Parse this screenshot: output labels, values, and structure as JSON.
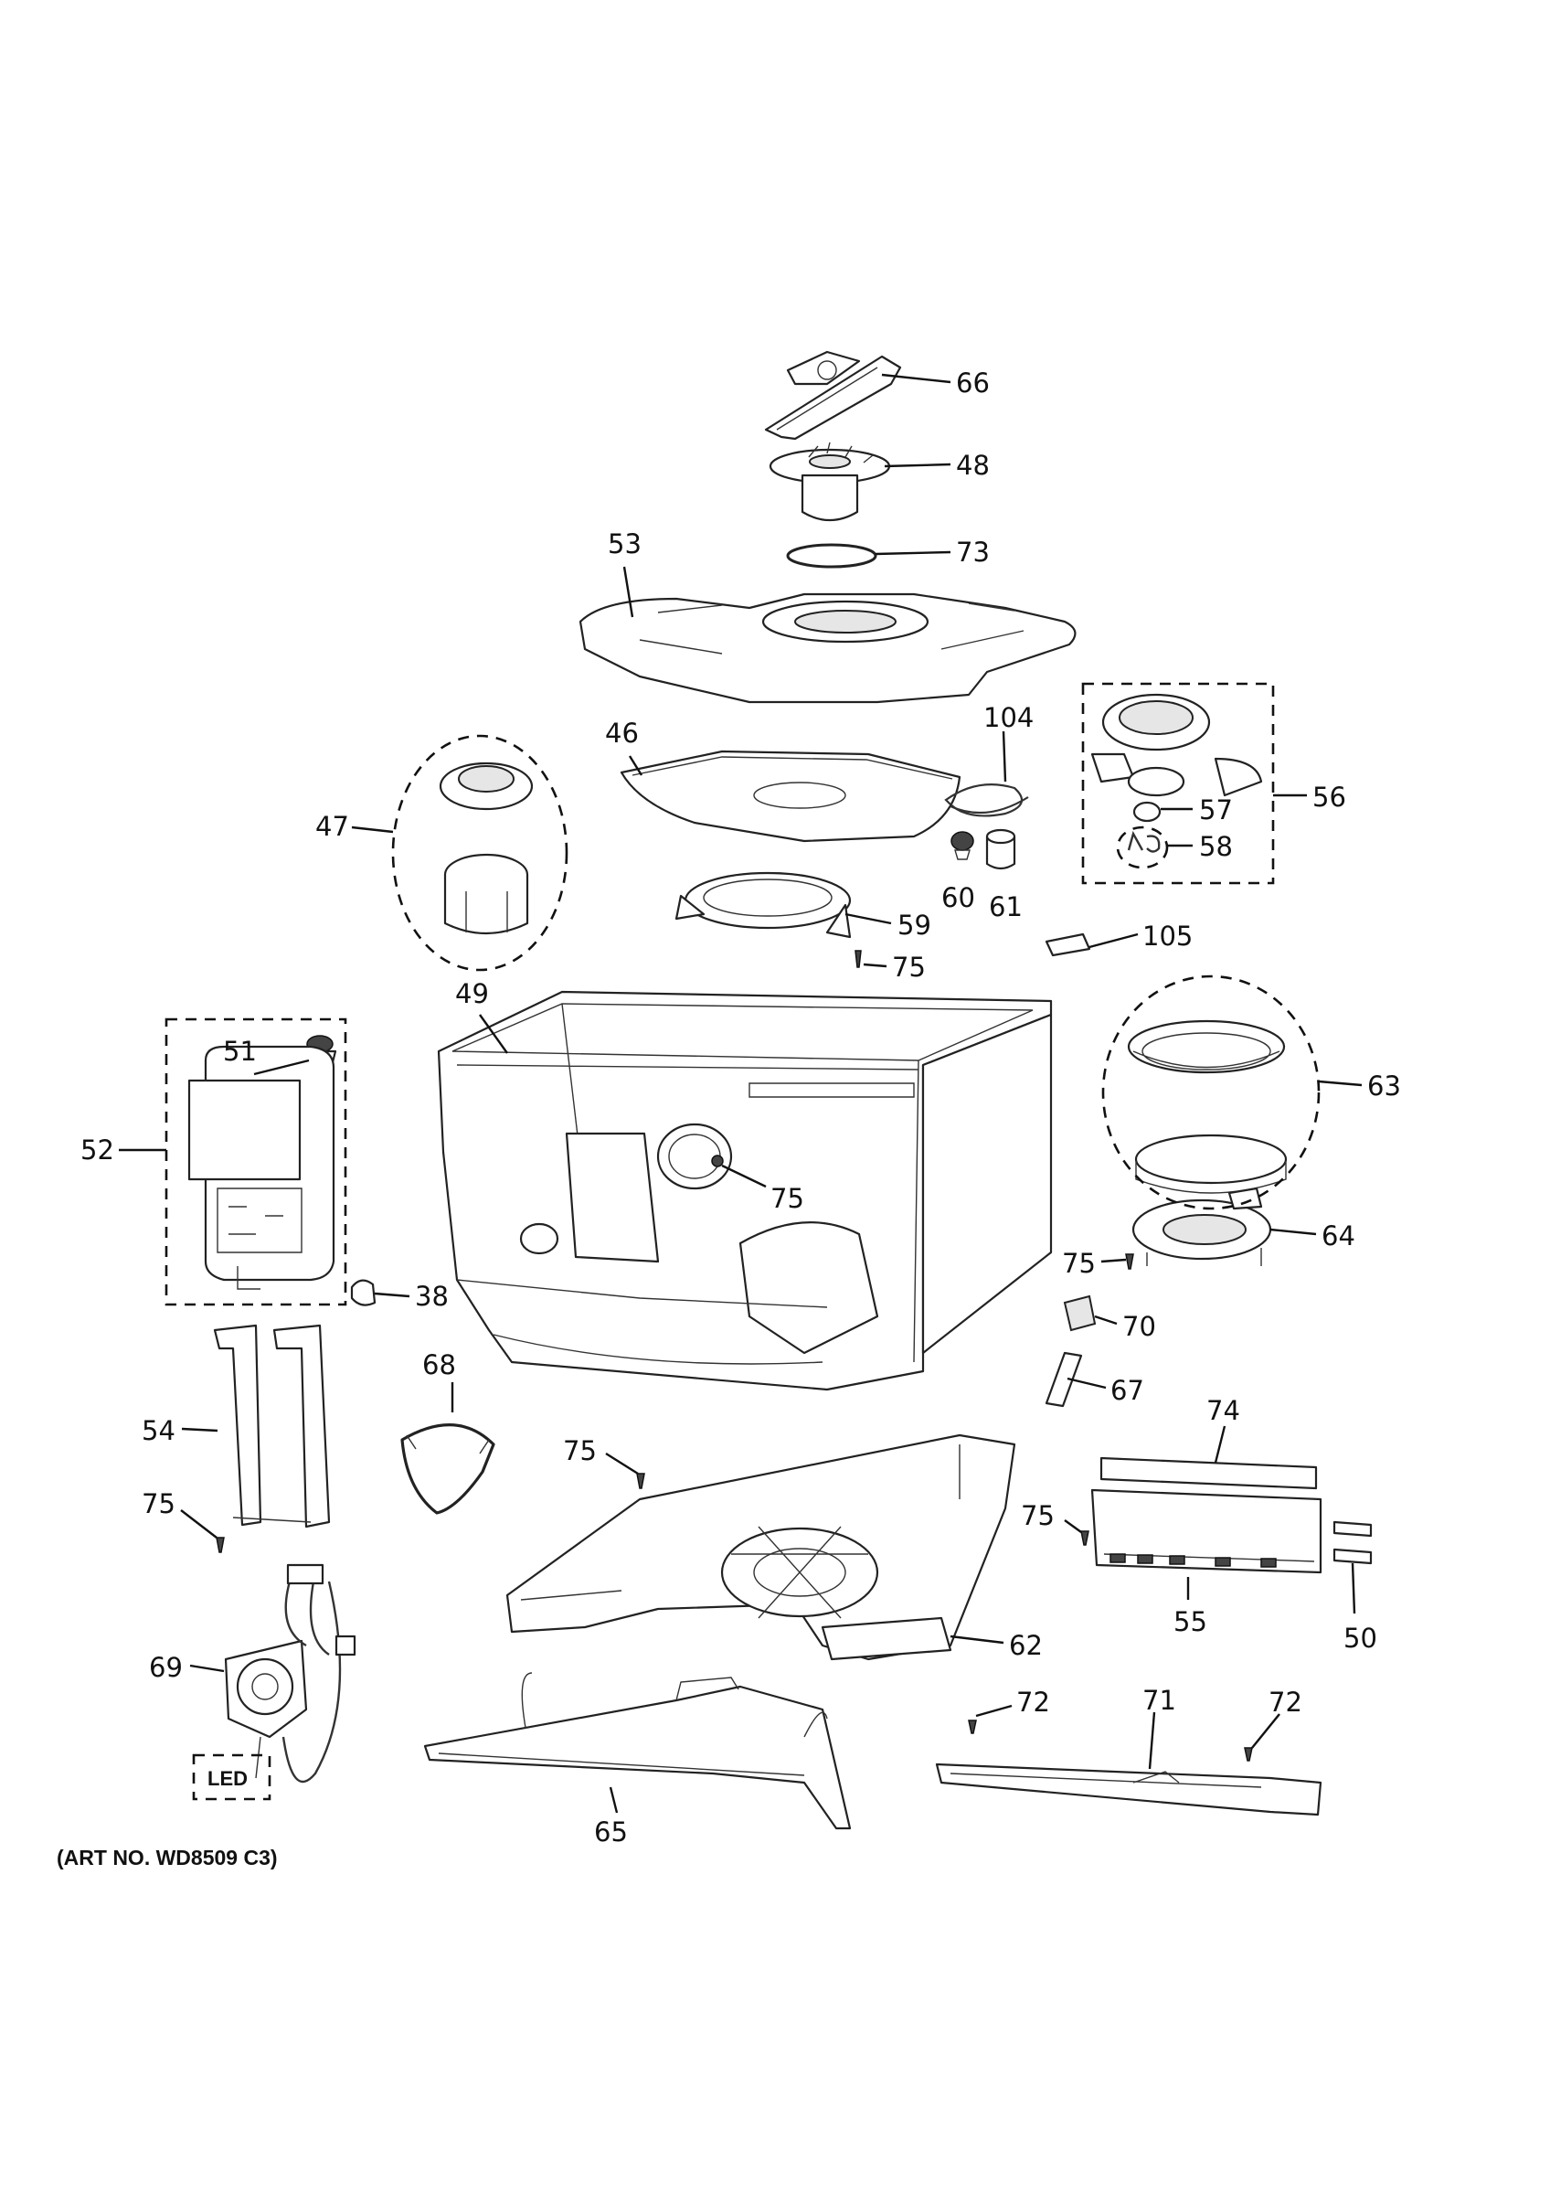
{
  "diagram": {
    "art_number": "(ART NO. WD8509 C3)",
    "led_label": "LED",
    "callouts": {
      "c66": "66",
      "c48": "48",
      "c73": "73",
      "c53": "53",
      "c104": "104",
      "c46": "46",
      "c56": "56",
      "c57": "57",
      "c58": "58",
      "c47": "47",
      "c60": "60",
      "c61": "61",
      "c59": "59",
      "c75a": "75",
      "c105": "105",
      "c49": "49",
      "c51": "51",
      "c52": "52",
      "c63": "63",
      "c75b": "75",
      "c64": "64",
      "c75c": "75",
      "c38": "38",
      "c70": "70",
      "c68": "68",
      "c67": "67",
      "c54": "54",
      "c74": "74",
      "c75d": "75",
      "c75e": "75",
      "c75f": "75",
      "c55": "55",
      "c50": "50",
      "c62": "62",
      "c69": "69",
      "c72a": "72",
      "c71": "71",
      "c72b": "72",
      "c65": "65"
    }
  }
}
